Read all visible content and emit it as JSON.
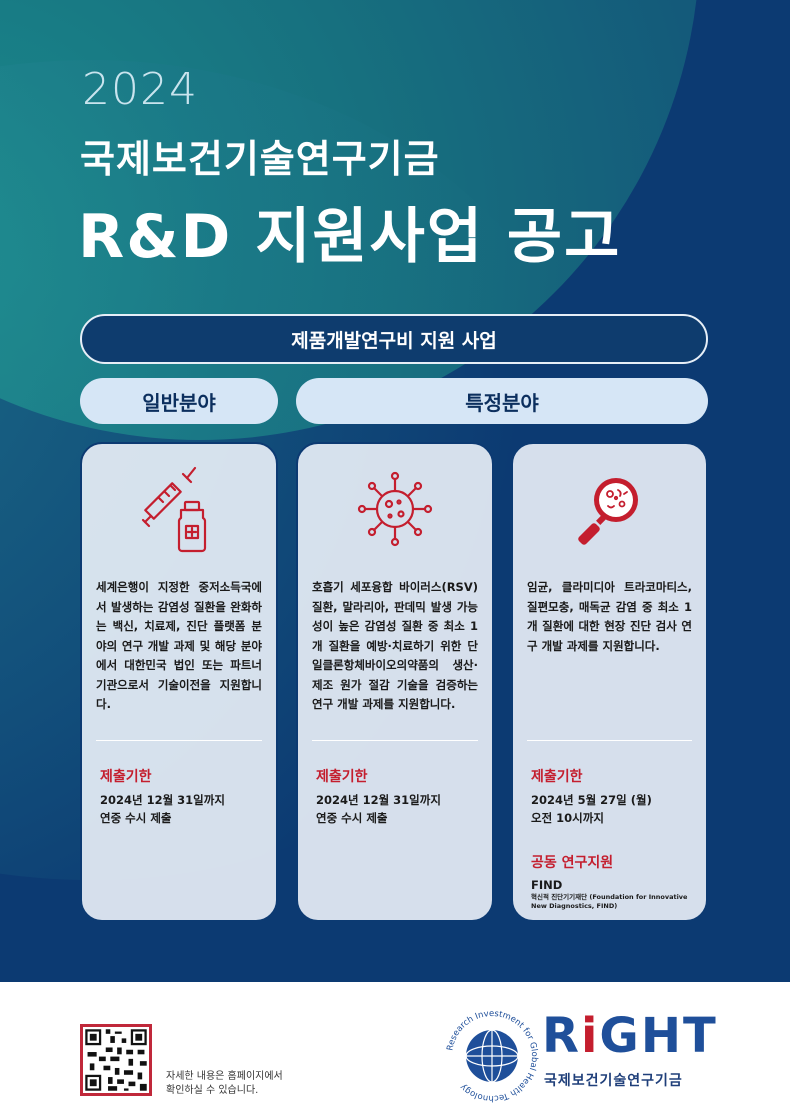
{
  "header": {
    "year": "2024",
    "title_line1": "국제보건기술연구기금",
    "title_line2": "R&D 지원사업 공고"
  },
  "program": {
    "label": "제품개발연구비 지원 사업",
    "general_label": "일반분야",
    "specific_label": "특정분야"
  },
  "cards": [
    {
      "icon": "syringe-vial-icon",
      "description": "세계은행이 지정한 중저소득국에서 발생하는 감염성 질환을 완화하는 백신, 치료제, 진단 플랫폼 분야의 연구 개발 과제 및 해당 분야에서 대한민국 법인 또는 파트너 기관으로서 기술이전을 지원합니다.",
      "deadline_label": "제출기한",
      "deadline_line1": "2024년 12월 31일까지",
      "deadline_line2": "연중 수시 제출"
    },
    {
      "icon": "virus-icon",
      "description": "호흡기 세포융합 바이러스(RSV) 질환, 말라리아, 판데믹 발생 가능성이 높은 감염성 질환 중 최소 1개 질환을 예방·치료하기 위한 단일클론항체바이오의약품의 생산·제조 원가 절감 기술을 검증하는 연구 개발 과제를 지원합니다.",
      "deadline_label": "제출기한",
      "deadline_line1": "2024년 12월 31일까지",
      "deadline_line2": "연중 수시 제출"
    },
    {
      "icon": "magnifier-bacteria-icon",
      "description": "임균, 클라미디아 트라코마티스, 질편모충, 매독균 감염 중 최소 1개 질환에 대한 현장 진단 검사 연구 개발 과제를 지원합니다.",
      "deadline_label": "제출기한",
      "deadline_line1": "2024년 5월 27일 (월)",
      "deadline_line2": "오전 10시까지",
      "joint_label": "공동 연구지원",
      "partner_name": "FIND",
      "partner_desc": "혁신적 진단기기재단 (Foundation for Innovative New Diagnostics, FIND)"
    }
  ],
  "footer": {
    "qr_text_line1": "자세한 내용은 홈페이지에서",
    "qr_text_line2": "확인하실 수 있습니다.",
    "logo_text_prefix": "R",
    "logo_text_i": "i",
    "logo_text_suffix": "GHT",
    "logo_subtitle": "국제보건기술연구기금",
    "globe_ring_text": "Research Investment for Global Health Technology"
  },
  "colors": {
    "navy": "#0c3a72",
    "teal": "#1a8a8c",
    "accent_red": "#c41e2e",
    "pill_blue": "#d6e6f6"
  }
}
